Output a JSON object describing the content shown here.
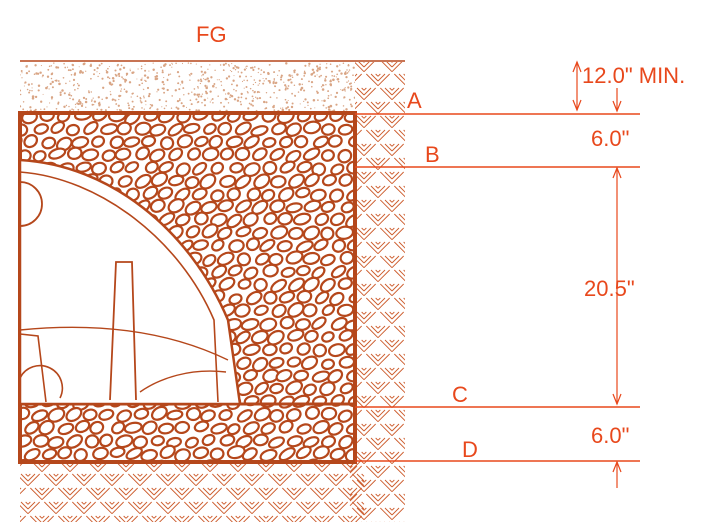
{
  "colors": {
    "accent": "#e8481c",
    "stone": "#b5471b",
    "soil": "#cc5a2a",
    "topsoil": "#d9a585"
  },
  "labels": {
    "grade": "FG",
    "layer_a": "A",
    "layer_b": "B",
    "layer_c": "C",
    "layer_d": "D"
  },
  "dimensions": {
    "cover": "12.0\" MIN.",
    "top_stone": "6.0\"",
    "chamber_height": "20.5\"",
    "bottom_stone": "6.0\""
  }
}
